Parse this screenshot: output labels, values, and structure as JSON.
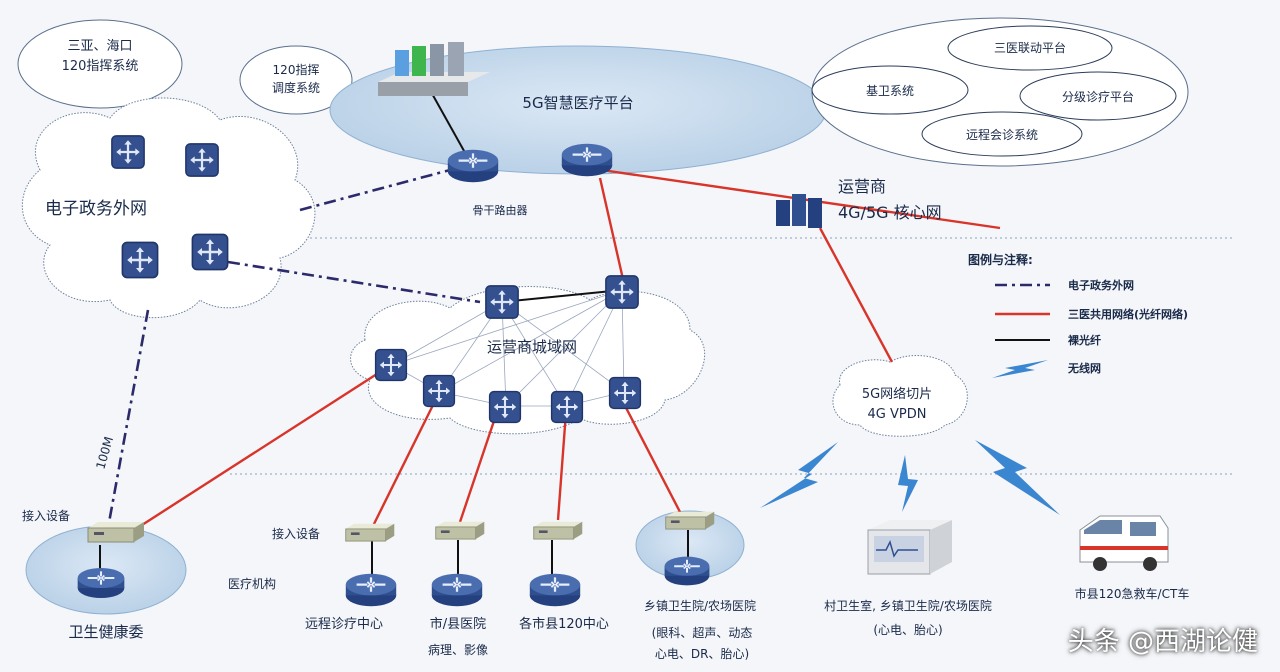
{
  "labels": {
    "sanya": [
      "三亚、海口",
      "120指挥系统"
    ],
    "dispatch": [
      "120指挥",
      "调度系统"
    ],
    "platform": "5G智慧医疗平台",
    "sanyi_platform": "三医联动平台",
    "jiwei": "基卫系统",
    "fenji": "分级诊疗平台",
    "yuancheng_huizhen": "远程会诊系统",
    "backbone_router": "骨干路由器",
    "operator_core": [
      "运营商",
      "4G/5G 核心网"
    ],
    "gov_net": "电子政务外网",
    "metro_net": "运营商城域网",
    "slice": [
      "5G网络切片",
      "4G VPDN"
    ],
    "bandwidth": "100M",
    "access_left": "接入设备",
    "access_mid": "接入设备",
    "medical_org": "医疗机构",
    "health_commission": "卫生健康委",
    "remote_center": "远程诊疗中心",
    "city_hospital": [
      "市/县医院",
      "病理、影像"
    ],
    "city_120": "各市县120中心",
    "township": [
      "乡镇卫生院/农场医院",
      "(眼科、超声、动态",
      "心电、DR、胎心)"
    ],
    "village": [
      "村卫生室, 乡镇卫生院/农场医院",
      "(心电、胎心)"
    ],
    "ambulance": "市县120急救车/CT车"
  },
  "legend": {
    "title": "图例与注释:",
    "items": [
      "电子政务外网",
      "三医共用网络(光纤网络)",
      "裸光纤",
      "无线网"
    ]
  },
  "colors": {
    "red_link": "#d8342a",
    "gov_dash": "#2c2a6a",
    "fiber": "#111111",
    "wireless": "#3b86d0",
    "ellipse_fill": "#c9dcef",
    "device": "#2f4f8f"
  },
  "watermark": "头条 @西湖论健"
}
